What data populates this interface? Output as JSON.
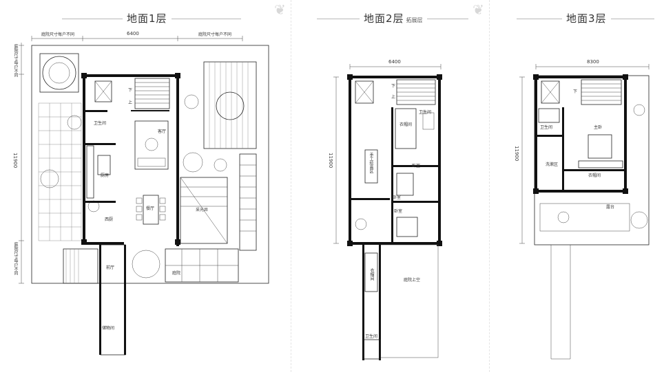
{
  "floors": {
    "f1": {
      "title": "地面1层",
      "dim_top_center": "6400",
      "dim_top_left": "庭院尺寸每户不同",
      "dim_top_right": "庭院尺寸每户不同",
      "dim_left_top": "庭院尺寸每户不同",
      "dim_left_mid": "11900",
      "dim_left_bottom": "庭院尺寸每户不同",
      "rooms": {
        "bath": "卫生间",
        "kitchen": "厨房",
        "living": "客厅",
        "dining": "餐厅",
        "western_kitchen": "西厨",
        "lightwell": "采光井",
        "courtyard": "庭院",
        "foyer": "前厅",
        "storage": "储物间",
        "stair_down": "下",
        "stair_up": "上"
      }
    },
    "f2": {
      "title": "地面2层",
      "subtitle": "拓展层",
      "dim_top": "6400",
      "dim_left": "11900",
      "rooms": {
        "bath": "卫生间",
        "closet": "衣帽间",
        "study": "手工绘画区",
        "bedroom1": "卧室",
        "bedroom2": "卧室",
        "bedroom3": "卧室",
        "closet2": "衣帽间",
        "void": "庭院上空",
        "bath2": "卫生间",
        "stair_down": "下",
        "stair_up": "上"
      }
    },
    "f3": {
      "title": "地面3层",
      "dim_top": "8300",
      "dim_left": "11900",
      "rooms": {
        "bath": "卫生间",
        "master": "主卧",
        "wash": "洗漱区",
        "closet": "衣帽间",
        "terrace": "露台",
        "stair_down": "下"
      }
    }
  }
}
